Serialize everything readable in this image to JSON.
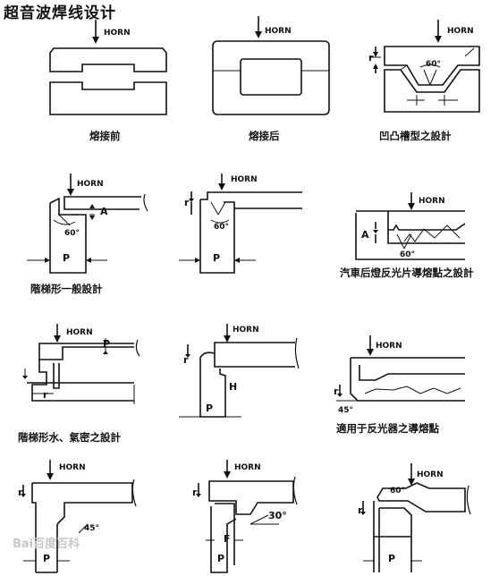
{
  "title": "超音波焊线设计",
  "labels": {
    "horn": "HORN",
    "p": "P",
    "a": "A",
    "r": "r",
    "f": "F",
    "h": "H",
    "angle60": "60°",
    "angle45": "45°",
    "angle30": "30°"
  },
  "captions": {
    "before_welding": "熔接前",
    "after_welding": "熔接后",
    "groove_design": "凹凸槽型之設計",
    "step_design": "階梯形一般設計",
    "reflector_design": "汽車后燈反光片導熔點之設計",
    "step_watertight": "階梯形水、氣密之設計",
    "reflector_energy": "適用于反光器之導熔點"
  },
  "watermark": "Bai百度百科"
}
